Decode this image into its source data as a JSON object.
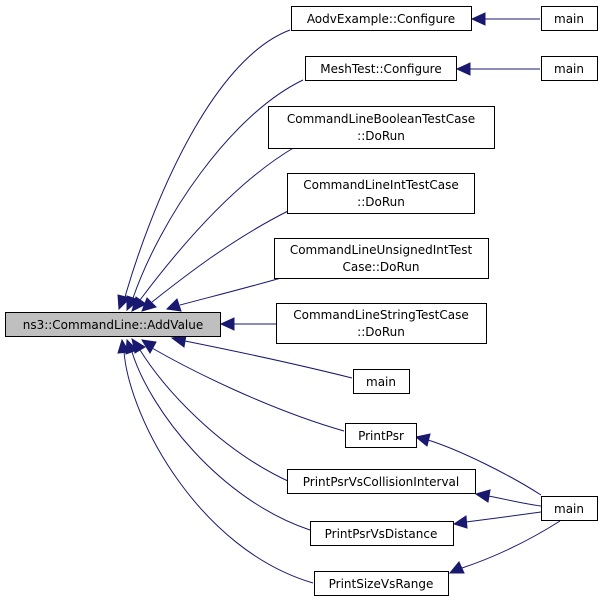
{
  "nodes": {
    "addvalue": "ns3::CommandLine::AddValue",
    "aodv_configure": "AodvExample::Configure",
    "main_aodv": "main",
    "mesh_configure": "MeshTest::Configure",
    "main_mesh": "main",
    "bool_test": [
      "CommandLineBooleanTestCase",
      "::DoRun"
    ],
    "int_test": [
      "CommandLineIntTestCase",
      "::DoRun"
    ],
    "unsigned_test": [
      "CommandLineUnsignedIntTest",
      "Case::DoRun"
    ],
    "string_test": [
      "CommandLineStringTestCase",
      "::DoRun"
    ],
    "main_direct": "main",
    "print_psr": "PrintPsr",
    "print_psr_vs_collision": "PrintPsrVsCollisionInterval",
    "print_psr_vs_distance": "PrintPsrVsDistance",
    "print_size_vs_range": "PrintSizeVsRange",
    "main_psr": "main"
  },
  "colors": {
    "edge": "#191970",
    "root_fill": "#bfbfbf",
    "node_fill": "#ffffff",
    "node_border": "#000000"
  }
}
